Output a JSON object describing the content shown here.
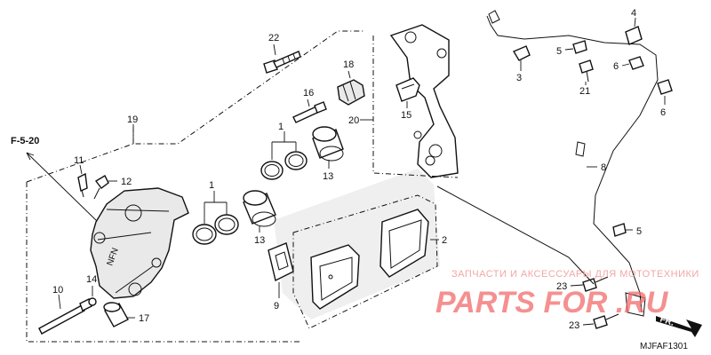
{
  "diagram": {
    "section_ref": "F-5-20",
    "diagram_code": "MJFAF1301",
    "direction_label": "FR.",
    "callouts": {
      "c1a": "1",
      "c1b": "1",
      "c2": "2",
      "c3": "3",
      "c4": "4",
      "c5a": "5",
      "c5b": "5",
      "c6a": "6",
      "c6b": "6",
      "c8": "8",
      "c9": "9",
      "c10": "10",
      "c11": "11",
      "c12": "12",
      "c13a": "13",
      "c13b": "13",
      "c14": "14",
      "c15": "15",
      "c16": "16",
      "c17": "17",
      "c18": "18",
      "c19": "19",
      "c20": "20",
      "c21": "21",
      "c22": "22",
      "c23a": "23",
      "c23b": "23"
    },
    "caliper_stamp": "NFN"
  },
  "watermark": {
    "caption": "ЗАПЧАСТИ И АКСЕССУАРЫ ДЛЯ МОТОТЕХНИКИ",
    "logo": "PARTS FOR .RU"
  }
}
